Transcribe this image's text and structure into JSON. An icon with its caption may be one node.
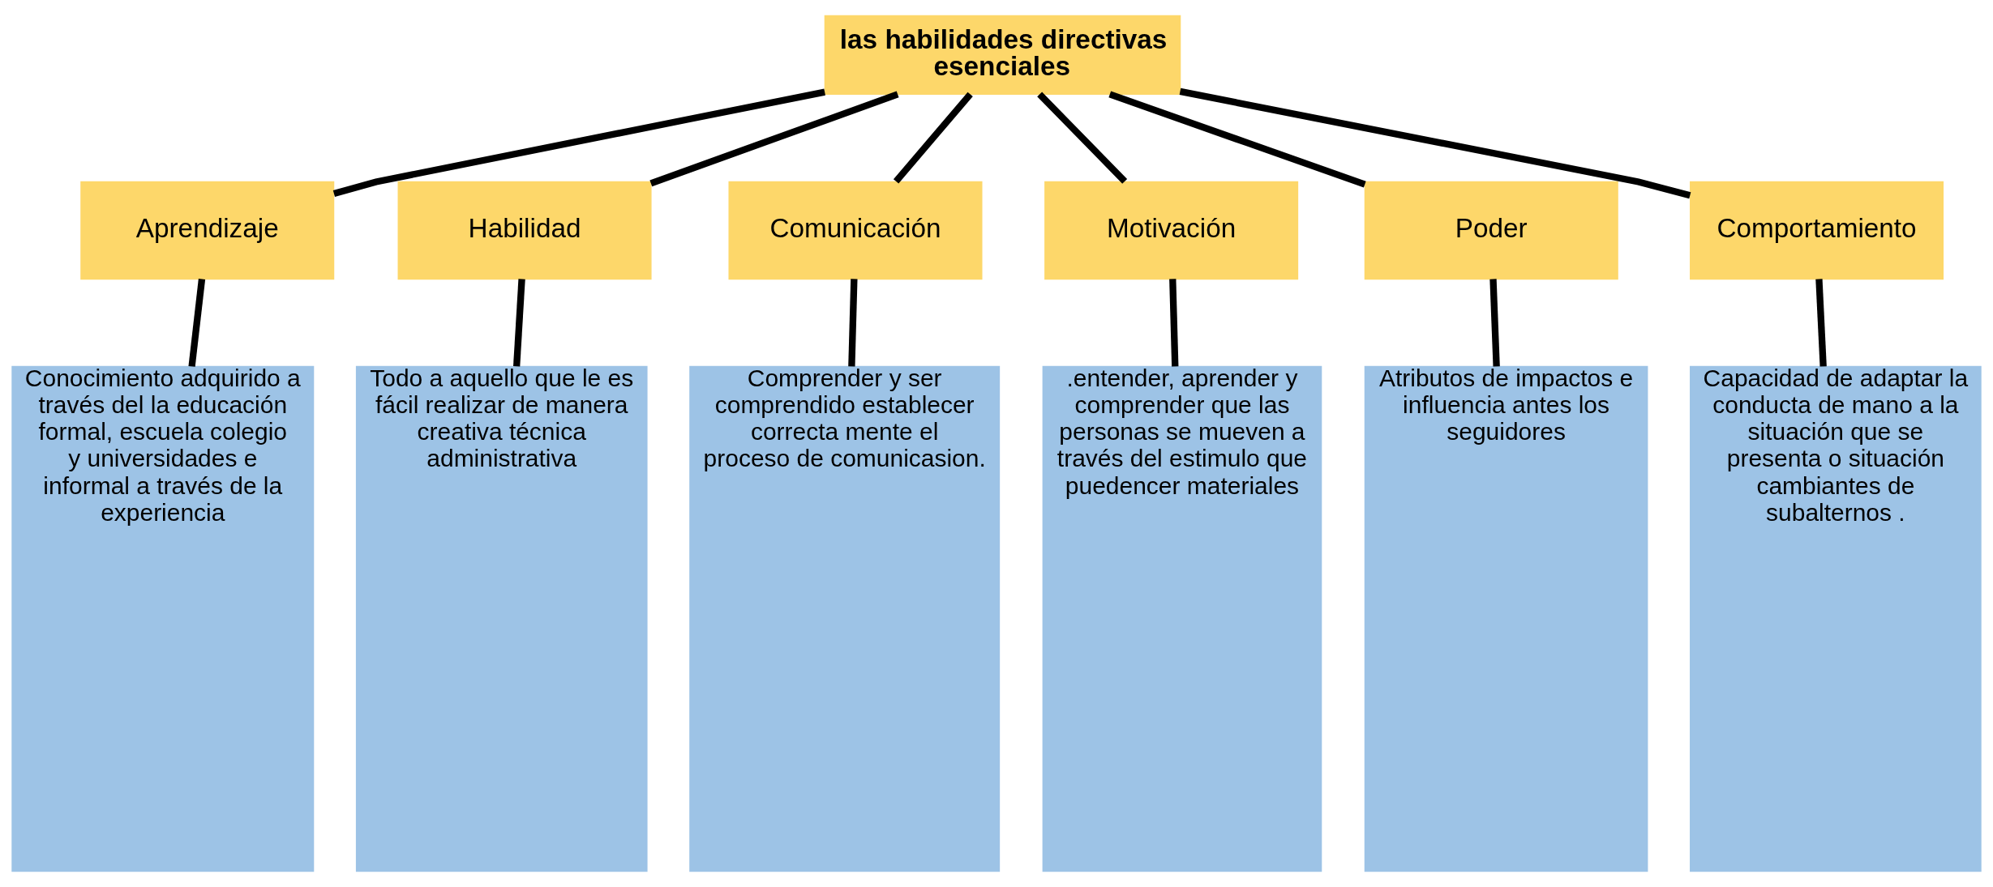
{
  "diagram": {
    "nodes": [
      {
        "text": [
          "las habilidades directivas esenciales"
        ]
      },
      {
        "text": [
          "Aprendizaje"
        ]
      },
      {
        "text": [
          "Habilidad"
        ]
      },
      {
        "text": [
          "Comunicación"
        ]
      },
      {
        "text": [
          "Motivación"
        ]
      },
      {
        "text": [
          "Poder"
        ]
      },
      {
        "text": [
          "Comportamiento"
        ]
      },
      {
        "text": [
          "Conocimiento adquirido a través del la educación formal, escuela colegio y universidades e informal a través de la experiencia"
        ]
      },
      {
        "text": [
          "Todo a aquello que le es fácil realizar de manera creativa técnica administrativa"
        ]
      },
      {
        "text": [
          "Comprender y ser comprendido establecer correcta mente el proceso de comunicasion."
        ]
      },
      {
        "text": [
          ".entender, aprender y comprender que las personas se mueven a través del estimulo que puedencer materiales"
        ]
      },
      {
        "text": [
          "Atributos de impactos e influencia antes los seguidores"
        ]
      },
      {
        "text": [
          "Capacidad de adaptar la conducta de mano a la situación que se presenta o situación cambiantes de subalternos ."
        ]
      }
    ],
    "edges": [
      {
        "from": 0,
        "to": 1,
        "arrow": "none"
      },
      {
        "from": 0,
        "to": 2,
        "arrow": "none"
      },
      {
        "from": 0,
        "to": 3,
        "arrow": "none"
      },
      {
        "from": 0,
        "to": 4,
        "arrow": "none"
      },
      {
        "from": 0,
        "to": 5,
        "arrow": "none"
      },
      {
        "from": 0,
        "to": 6,
        "arrow": "none"
      },
      {
        "from": 1,
        "to": 7,
        "arrow": "none"
      },
      {
        "from": 2,
        "to": 8,
        "arrow": "none"
      },
      {
        "from": 3,
        "to": 9,
        "arrow": "none"
      },
      {
        "from": 4,
        "to": 10,
        "arrow": "none"
      },
      {
        "from": 5,
        "to": 11,
        "arrow": "none"
      },
      {
        "from": 6,
        "to": 12,
        "arrow": "none"
      }
    ]
  }
}
